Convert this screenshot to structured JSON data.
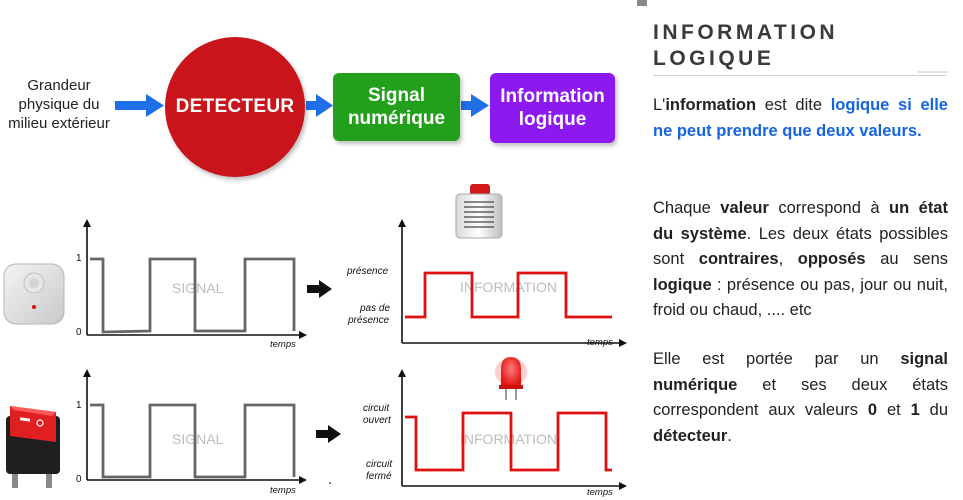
{
  "flow": {
    "input_lines": [
      "Grandeur",
      "physique du",
      "milieu extérieur"
    ],
    "detector": "DETECTEUR",
    "signal_lines": [
      "Signal",
      "numérique"
    ],
    "info_lines": [
      "Information",
      "logique"
    ],
    "colors": {
      "detector": "#c8141a",
      "signal": "#22a01c",
      "info": "#8c19f0",
      "arrow": "#1f6fe8"
    }
  },
  "graphs": {
    "signal_watermark": "SIGNAL",
    "info_watermark": "INFORMATION",
    "axis_time": "temps",
    "y_one": "1",
    "y_zero": "0",
    "presence_high": "présence",
    "presence_low_lines": [
      "pas de",
      "présence"
    ],
    "circuit_high_lines": [
      "circuit",
      "ouvert"
    ],
    "circuit_low_lines": [
      "circuit",
      "fermé"
    ],
    "colors": {
      "signal_line": "#666666",
      "info_line": "#e01010"
    }
  },
  "panel": {
    "title_lines": [
      "INFORMATION",
      "LOGIQUE"
    ],
    "p1": {
      "a": "L'",
      "b": "information",
      "c": " est dite ",
      "d": "logique si elle ne peut prendre que deux valeurs."
    },
    "p2": {
      "a": "Chaque ",
      "b": "valeur",
      "c": " correspond à ",
      "d": "un état du système",
      "e": ". Les deux états possibles sont ",
      "f": "contraires",
      "g": ", ",
      "h": "opposés",
      "i": " au sens ",
      "j": "logique",
      "k": " : présence ou pas, jour ou nuit, froid ou chaud, .... etc"
    },
    "p3": {
      "a": "Elle est portée par un ",
      "b": "signal numérique",
      "c": " et ses deux états correspondent aux valeurs ",
      "d": "0",
      "e": " et ",
      "f": "1",
      "g": " du ",
      "h": "détecteur",
      "i": "."
    }
  }
}
